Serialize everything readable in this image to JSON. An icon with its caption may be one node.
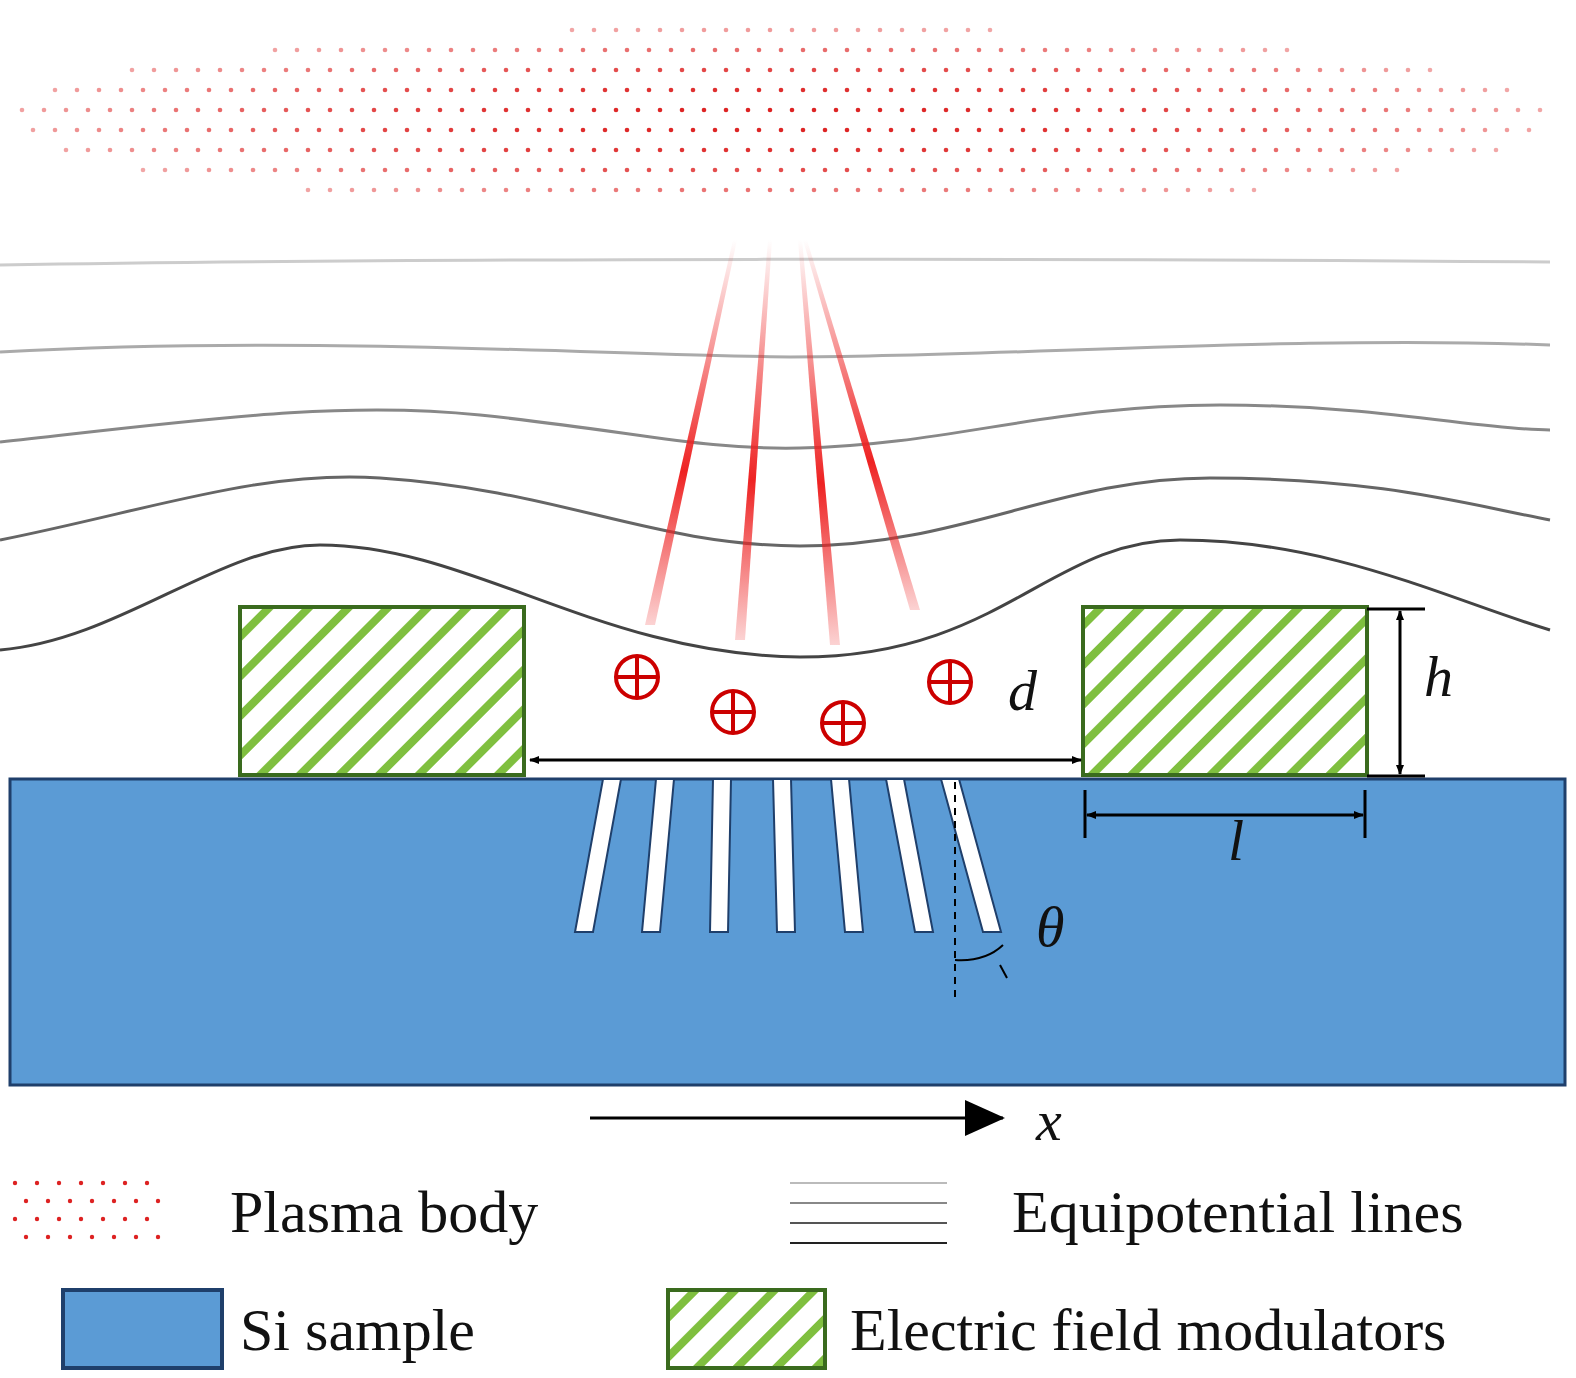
{
  "diagram": {
    "labels": [
      "d",
      "h",
      "l",
      "θ",
      "x"
    ],
    "legend": [
      {
        "text": "Plasma body"
      },
      {
        "text": "Equipotential lines"
      },
      {
        "text": "Si sample",
        "color": "#5b9bd5"
      },
      {
        "text": "Electric field modulators"
      }
    ]
  }
}
